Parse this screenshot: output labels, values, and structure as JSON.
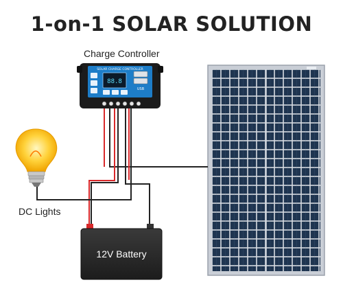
{
  "title": "1-on-1 SOLAR SOLUTION",
  "charge_controller": {
    "label": "Charge Controller",
    "face_text": "SOLAR CHARGE CONTROLLER",
    "display_value": "88.8",
    "usb_text": "USB"
  },
  "lights_label": "DC  Lights",
  "battery_label": "12V Battery",
  "colors": {
    "wire_red": "#d8282a",
    "wire_black": "#222222",
    "panel_cell": "#1f3550",
    "controller_blue": "#1d7dc8",
    "battery_body": "#2a2a2a",
    "bulb_glow": "#ffd23a"
  },
  "icons": [
    "light-bulb-icon",
    "battery-icon",
    "solar-panel-icon",
    "charge-controller-icon"
  ]
}
